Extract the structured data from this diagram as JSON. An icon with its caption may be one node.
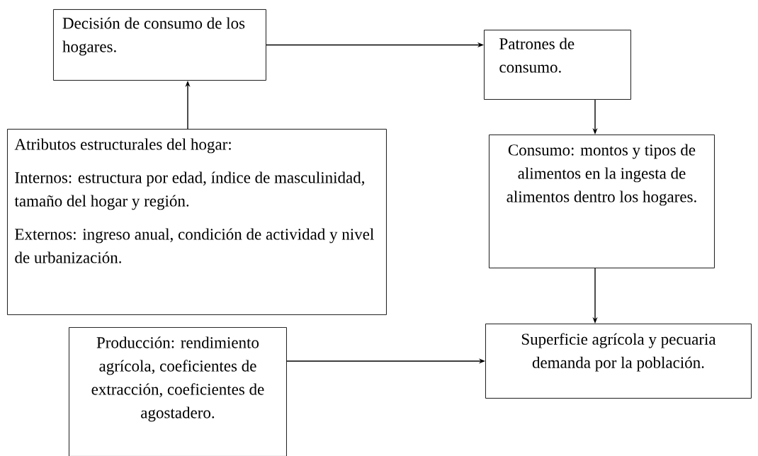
{
  "diagram": {
    "nodes": [
      {
        "text": [
          "Decisión de consumo de los hogares."
        ]
      },
      {
        "text": [
          "Patrones de consumo."
        ]
      },
      {
        "text": [
          "Atributos estructurales del hogar:",
          "Internos: estructura por edad, índice de masculinidad, tamaño del hogar y región.",
          "Externos: ingreso anual, condición de actividad y nivel de urbanización."
        ]
      },
      {
        "text": [
          "Consumo: montos y tipos de alimentos en la ingesta de alimentos dentro los hogares."
        ]
      },
      {
        "text": [
          "Producción: rendimiento agrícola, coeficientes de extracción, coeficientes de agostadero."
        ]
      },
      {
        "text": [
          "Superficie agrícola y pecuaria demanda por la población."
        ]
      }
    ],
    "edges": [
      {
        "from": 0,
        "to": 1,
        "arrow": "to"
      },
      {
        "from": 2,
        "to": 0,
        "arrow": "to"
      },
      {
        "from": 1,
        "to": 3,
        "arrow": "to"
      },
      {
        "from": 3,
        "to": 5,
        "arrow": "to"
      },
      {
        "from": 4,
        "to": 5,
        "arrow": "to"
      }
    ]
  }
}
